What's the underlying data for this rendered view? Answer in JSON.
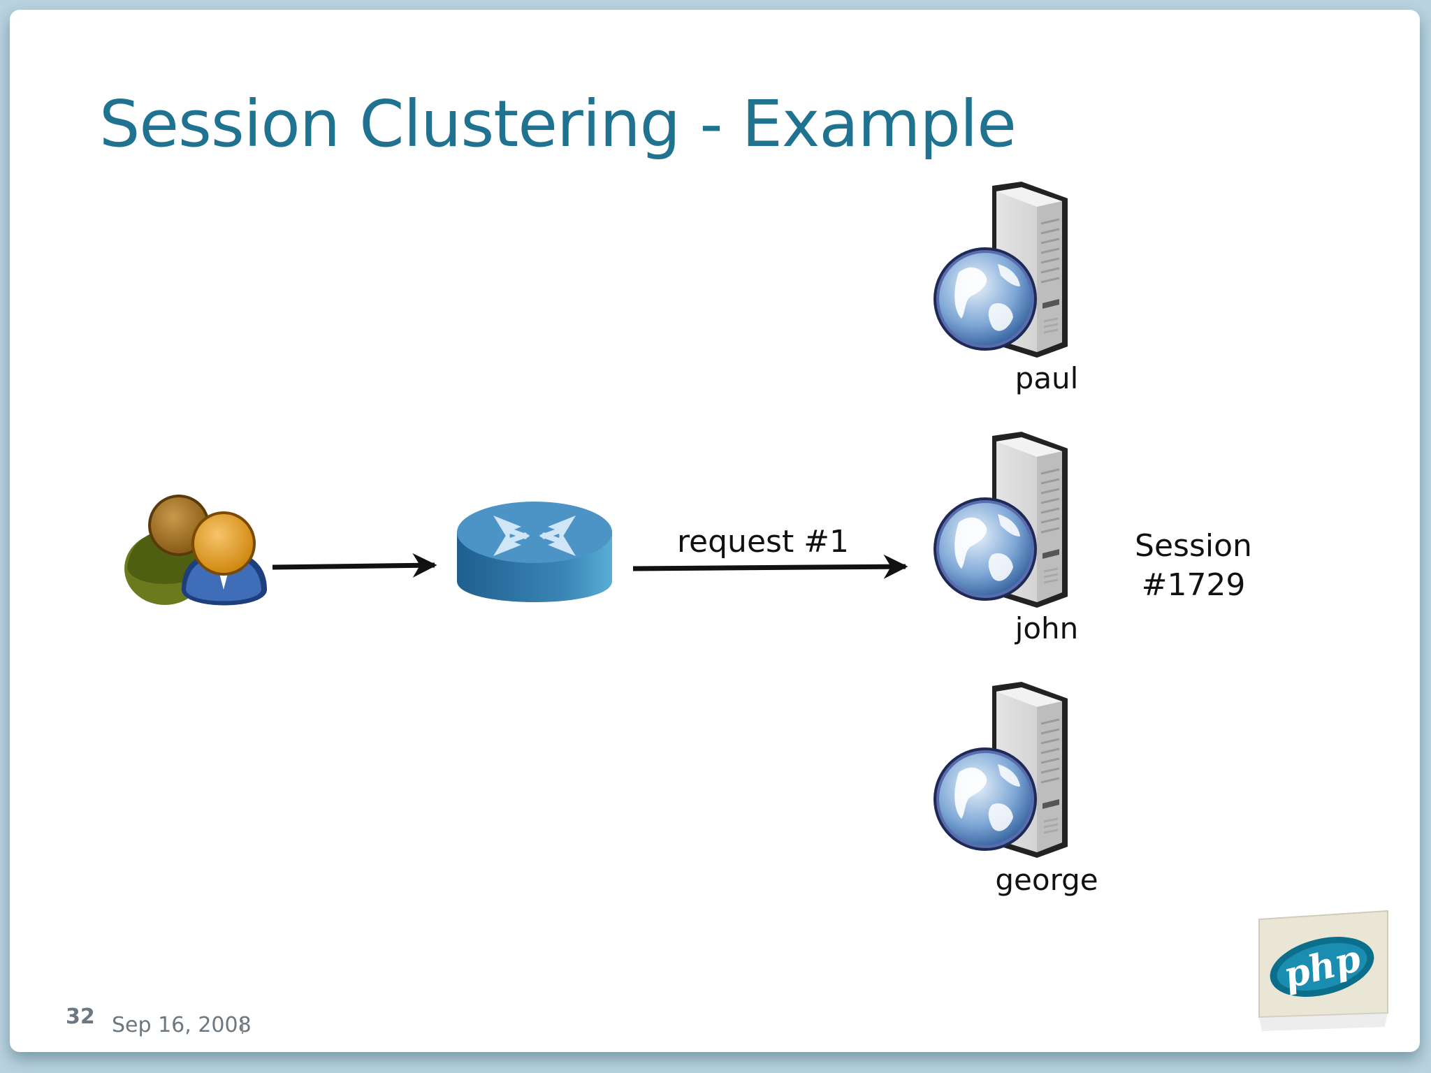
{
  "slide": {
    "title": "Session Clustering - Example",
    "page_number": "32",
    "date": "Sep 16, 2008"
  },
  "diagram": {
    "client": {
      "icon": "users-icon"
    },
    "load_balancer": {
      "icon": "router-icon"
    },
    "request_label": "request #1",
    "servers": [
      {
        "name": "paul",
        "icon": "web-server-icon"
      },
      {
        "name": "john",
        "icon": "web-server-icon"
      },
      {
        "name": "george",
        "icon": "web-server-icon"
      }
    ],
    "session_label_line1": "Session",
    "session_label_line2": "#1729"
  },
  "logo": {
    "text": "php",
    "icon": "php-logo-icon"
  },
  "colors": {
    "title": "#1f7390",
    "background": "#b9d3df",
    "router": "#3b82b0",
    "footer_text": "#6d7780"
  }
}
